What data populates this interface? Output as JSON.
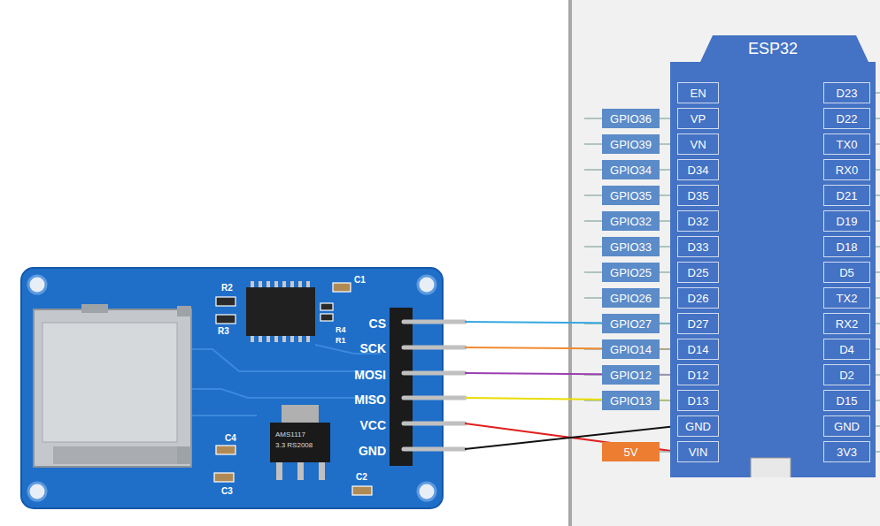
{
  "diagram": {
    "nodes": [
      {
        "text": [
          "ESP32"
        ]
      },
      {
        "text": [
          "EN"
        ],
        "in": 0
      },
      {
        "text": [
          "VP"
        ],
        "in": 0
      },
      {
        "text": [
          "VN"
        ],
        "in": 0
      },
      {
        "text": [
          "D34"
        ],
        "in": 0
      },
      {
        "text": [
          "D35"
        ],
        "in": 0
      },
      {
        "text": [
          "D32"
        ],
        "in": 0
      },
      {
        "text": [
          "D33"
        ],
        "in": 0
      },
      {
        "text": [
          "D25"
        ],
        "in": 0
      },
      {
        "text": [
          "D26"
        ],
        "in": 0
      },
      {
        "text": [
          "D27"
        ],
        "in": 0
      },
      {
        "text": [
          "D14"
        ],
        "in": 0
      },
      {
        "text": [
          "D12"
        ],
        "in": 0
      },
      {
        "text": [
          "D13"
        ],
        "in": 0
      },
      {
        "text": [
          "GND"
        ],
        "in": 0
      },
      {
        "text": [
          "VIN"
        ],
        "in": 0
      },
      {
        "text": [
          "D23"
        ],
        "in": 0
      },
      {
        "text": [
          "D22"
        ],
        "in": 0
      },
      {
        "text": [
          "TX0"
        ],
        "in": 0
      },
      {
        "text": [
          "RX0"
        ],
        "in": 0
      },
      {
        "text": [
          "D21"
        ],
        "in": 0
      },
      {
        "text": [
          "D19"
        ],
        "in": 0
      },
      {
        "text": [
          "D18"
        ],
        "in": 0
      },
      {
        "text": [
          "D5"
        ],
        "in": 0
      },
      {
        "text": [
          "TX2"
        ],
        "in": 0
      },
      {
        "text": [
          "RX2"
        ],
        "in": 0
      },
      {
        "text": [
          "D4"
        ],
        "in": 0
      },
      {
        "text": [
          "D2"
        ],
        "in": 0
      },
      {
        "text": [
          "D15"
        ],
        "in": 0
      },
      {
        "text": [
          "GND"
        ],
        "in": 0
      },
      {
        "text": [
          "3V3"
        ],
        "in": 0
      },
      {
        "text": [
          "GPIO36"
        ]
      },
      {
        "text": [
          "GPIO39"
        ]
      },
      {
        "text": [
          "GPIO34"
        ]
      },
      {
        "text": [
          "GPIO35"
        ]
      },
      {
        "text": [
          "GPIO32"
        ]
      },
      {
        "text": [
          "GPIO33"
        ]
      },
      {
        "text": [
          "GPIO25"
        ]
      },
      {
        "text": [
          "GPIO26"
        ]
      },
      {
        "text": [
          "GPIO27"
        ]
      },
      {
        "text": [
          "GPIO14"
        ]
      },
      {
        "text": [
          "GPIO12"
        ]
      },
      {
        "text": [
          "GPIO13"
        ]
      },
      {
        "text": [
          "5V"
        ]
      }
    ],
    "edges": [
      {
        "from": 31,
        "to": 2,
        "arrow": "none"
      },
      {
        "from": 32,
        "to": 3,
        "arrow": "none"
      },
      {
        "from": 33,
        "to": 4,
        "arrow": "none"
      },
      {
        "from": 34,
        "to": 5,
        "arrow": "none"
      },
      {
        "from": 35,
        "to": 6,
        "arrow": "none"
      },
      {
        "from": 36,
        "to": 7,
        "arrow": "none"
      },
      {
        "from": 37,
        "to": 8,
        "arrow": "none"
      },
      {
        "from": 38,
        "to": 9,
        "arrow": "none"
      },
      {
        "from": 39,
        "to": 10,
        "arrow": "none"
      },
      {
        "from": 40,
        "to": 11,
        "arrow": "none"
      },
      {
        "from": 41,
        "to": 12,
        "arrow": "none"
      },
      {
        "from": 42,
        "to": 13,
        "arrow": "none"
      },
      {
        "from": 43,
        "to": 15,
        "arrow": "none"
      }
    ],
    "labels": [
      "CS",
      "SCK",
      "MOSI",
      "MISO",
      "VCC",
      "GND",
      "R2",
      "R3",
      "C1",
      "R4",
      "R1",
      "C4",
      "C3",
      "C2",
      "AMS1117",
      "3.3 RS2008"
    ]
  }
}
